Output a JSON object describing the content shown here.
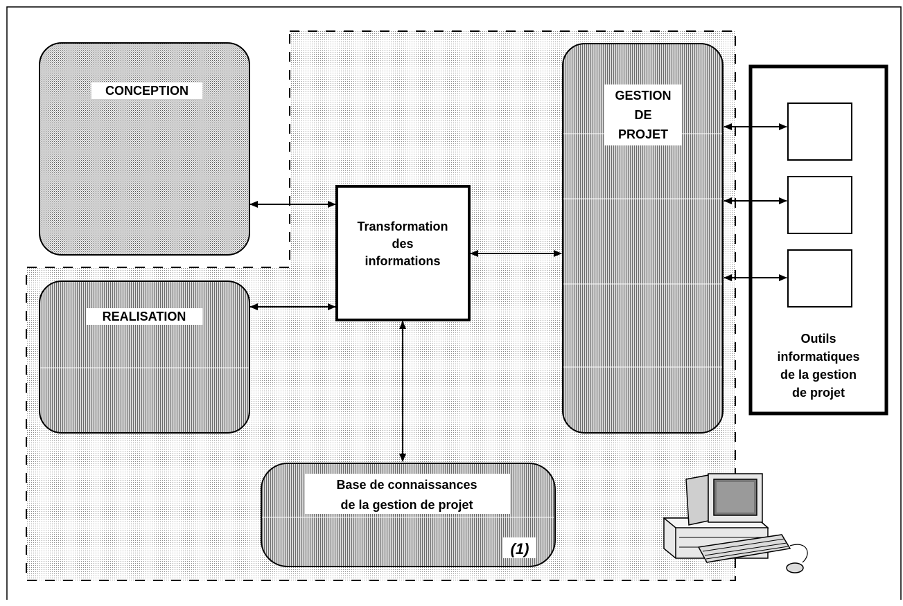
{
  "diagram": {
    "nodes": {
      "conception": {
        "label": "CONCEPTION"
      },
      "realisation": {
        "label": "REALISATION"
      },
      "transformation": {
        "lines": [
          "Transformation",
          "des",
          "informations"
        ]
      },
      "gestion": {
        "lines": [
          "GESTION",
          "DE",
          "PROJET"
        ]
      },
      "base": {
        "lines": [
          "Base de connaissances",
          "de la gestion de projet"
        ],
        "tag": "(1)"
      },
      "outils": {
        "lines": [
          "Outils",
          "informatiques",
          "de la gestion",
          "de projet"
        ]
      }
    },
    "icons": {
      "computer": "computer-icon"
    },
    "colors": {
      "stroke": "#000000",
      "fill_light": "#d8d8d8",
      "fill_dark": "#a8a8a8",
      "background": "#ffffff"
    }
  }
}
